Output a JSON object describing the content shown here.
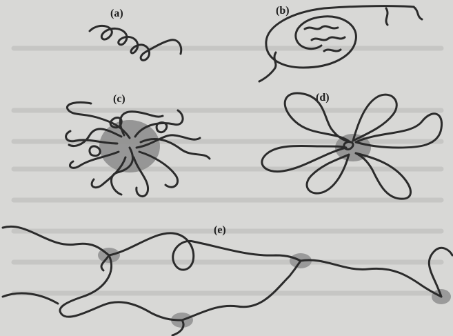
{
  "figure": {
    "panels": [
      {
        "id": "a",
        "label": "(a)"
      },
      {
        "id": "b",
        "label": "(b)"
      },
      {
        "id": "c",
        "label": "(c)"
      },
      {
        "id": "d",
        "label": "(d)"
      },
      {
        "id": "e",
        "label": "(e)"
      }
    ],
    "colors": {
      "background": "#d8d8d6",
      "chain": "#2b2b2b",
      "core": "#8f8f8f"
    }
  }
}
